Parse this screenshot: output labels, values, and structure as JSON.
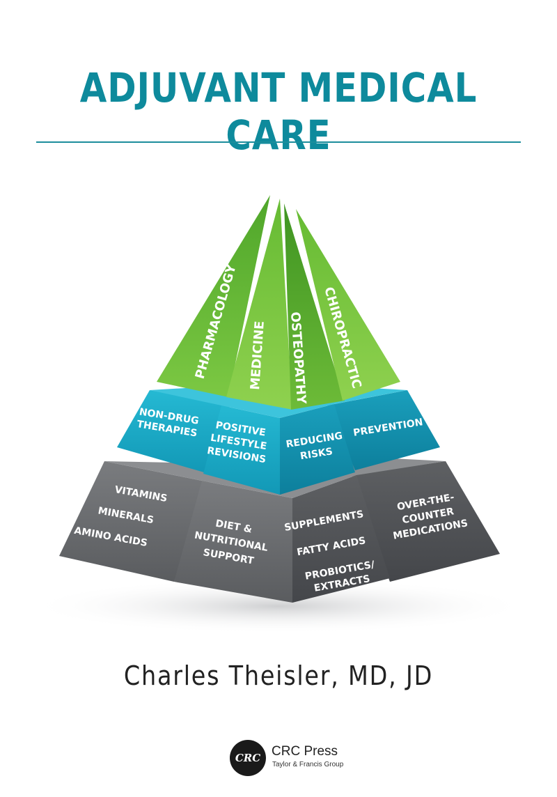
{
  "title": "ADJUVANT MEDICAL CARE",
  "author": "Charles Theisler, MD, JD",
  "publisher": {
    "logo_text": "CRC",
    "name": "CRC Press",
    "subtitle": "Taylor & Francis Group"
  },
  "pyramid": {
    "top_tier": [
      "PHARMACOLOGY",
      "MEDICINE",
      "OSTEOPATHY",
      "CHIROPRACTIC"
    ],
    "middle_tier": {
      "left": [
        "NON-DRUG",
        "THERAPIES"
      ],
      "front": [
        "POSITIVE",
        "LIFESTYLE",
        "REVISIONS"
      ],
      "front_right": [
        "REDUCING",
        "RISKS"
      ],
      "right": [
        "PREVENTION"
      ]
    },
    "bottom_tier": {
      "left": [
        "VITAMINS",
        "MINERALS",
        "AMINO ACIDS"
      ],
      "front": [
        "DIET &",
        "NUTRITIONAL",
        "SUPPORT"
      ],
      "front_right": [
        "SUPPLEMENTS",
        "FATTY ACIDS",
        "PROBIOTICS/",
        "EXTRACTS"
      ],
      "right": [
        "OVER-THE-",
        "COUNTER",
        "MEDICATIONS"
      ]
    }
  },
  "colors": {
    "title": "#0e8a9c",
    "green_top": "#6cc23a",
    "teal_middle": "#19a9c4",
    "gray_bottom": "#6d6f72"
  }
}
